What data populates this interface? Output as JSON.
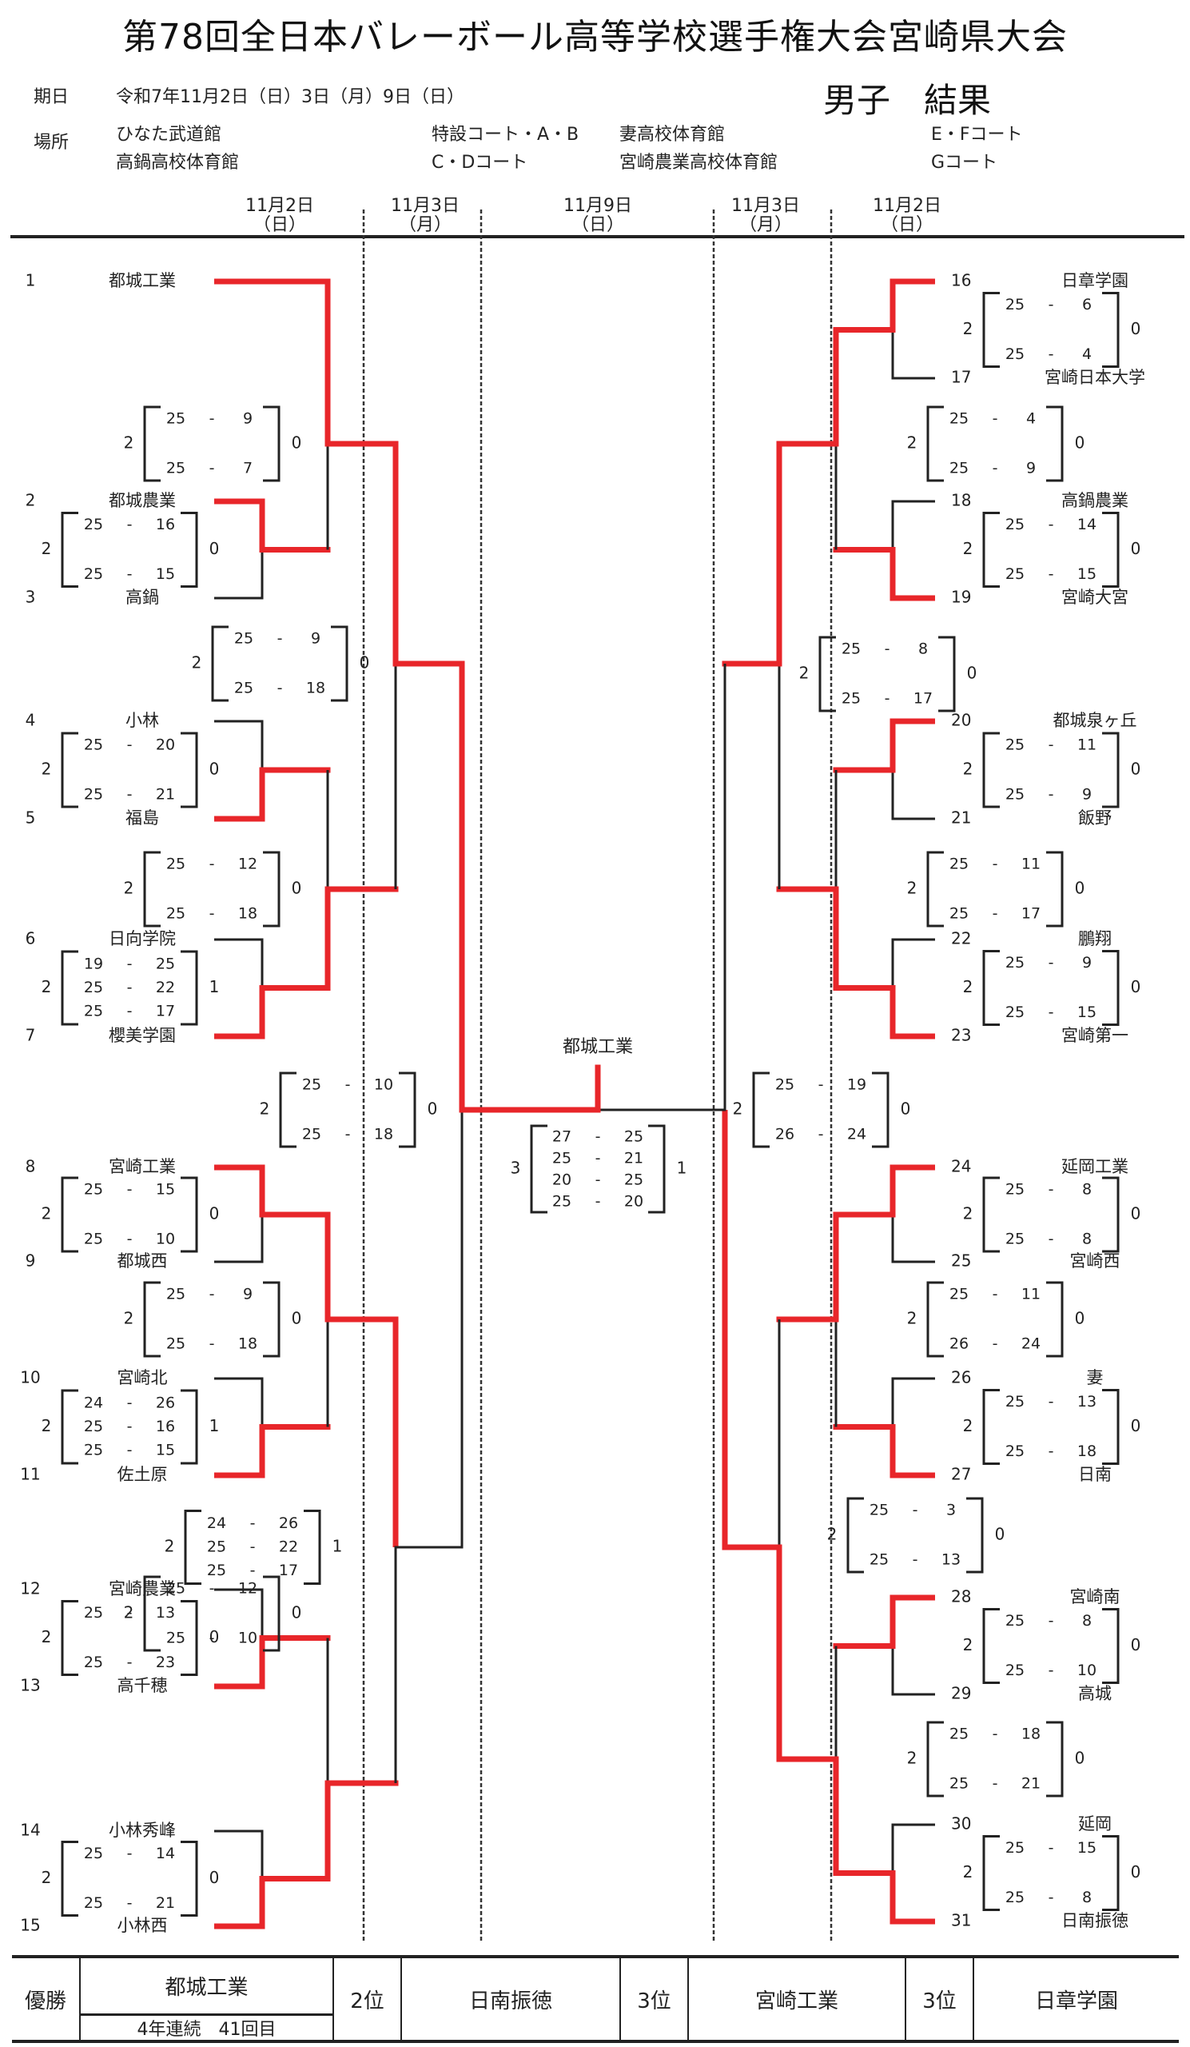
{
  "title": "第78回全日本バレーボール高等学校選手権大会宮崎県大会",
  "header": {
    "dates_label": "期日",
    "dates_value": "令和7年11月2日（日）3日（月）9日（日）",
    "result_label": "男子　結果",
    "venue_label": "場所",
    "venues": [
      {
        "name": "ひなた武道館",
        "court": "特設コート・A・B"
      },
      {
        "name": "高鍋高校体育館",
        "court": "C・Dコート"
      },
      {
        "name": "妻高校体育館",
        "court": "E・Fコート"
      },
      {
        "name": "宮崎農業高校体育館",
        "court": "Gコート"
      }
    ]
  },
  "columns": [
    {
      "date": "11月2日",
      "dow": "（日）"
    },
    {
      "date": "11月3日",
      "dow": "（月）"
    },
    {
      "date": "11月9日",
      "dow": "（日）"
    },
    {
      "date": "11月3日",
      "dow": "（月）"
    },
    {
      "date": "11月2日",
      "dow": "（日）"
    }
  ],
  "teams_left": [
    {
      "seed": "1",
      "name": "都城工業"
    },
    {
      "seed": "2",
      "name": "都城農業"
    },
    {
      "seed": "3",
      "name": "高鍋"
    },
    {
      "seed": "4",
      "name": "小林"
    },
    {
      "seed": "5",
      "name": "福島"
    },
    {
      "seed": "6",
      "name": "日向学院"
    },
    {
      "seed": "7",
      "name": "櫻美学園"
    },
    {
      "seed": "8",
      "name": "宮崎工業"
    },
    {
      "seed": "9",
      "name": "都城西"
    },
    {
      "seed": "10",
      "name": "宮崎北"
    },
    {
      "seed": "11",
      "name": "佐土原"
    },
    {
      "seed": "12",
      "name": "宮崎農業"
    },
    {
      "seed": "13",
      "name": "高千穂"
    },
    {
      "seed": "14",
      "name": "小林秀峰"
    },
    {
      "seed": "15",
      "name": "小林西"
    }
  ],
  "teams_right": [
    {
      "seed": "16",
      "name": "日章学園"
    },
    {
      "seed": "17",
      "name": "宮崎日本大学"
    },
    {
      "seed": "18",
      "name": "高鍋農業"
    },
    {
      "seed": "19",
      "name": "宮崎大宮"
    },
    {
      "seed": "20",
      "name": "都城泉ヶ丘"
    },
    {
      "seed": "21",
      "name": "飯野"
    },
    {
      "seed": "22",
      "name": "鵬翔"
    },
    {
      "seed": "23",
      "name": "宮崎第一"
    },
    {
      "seed": "24",
      "name": "延岡工業"
    },
    {
      "seed": "25",
      "name": "宮崎西"
    },
    {
      "seed": "26",
      "name": "妻"
    },
    {
      "seed": "27",
      "name": "日南"
    },
    {
      "seed": "28",
      "name": "宮崎南"
    },
    {
      "seed": "29",
      "name": "高城"
    },
    {
      "seed": "30",
      "name": "延岡"
    },
    {
      "seed": "31",
      "name": "日南振徳"
    }
  ],
  "matches_left": [
    {
      "id": "L-2v3",
      "sets_won": "2",
      "sets_lost": "0",
      "sets": [
        [
          "25",
          "16"
        ],
        [
          "25",
          "15"
        ]
      ]
    },
    {
      "id": "L-4v5",
      "sets_won": "2",
      "sets_lost": "0",
      "sets": [
        [
          "25",
          "20"
        ],
        [
          "25",
          "21"
        ]
      ]
    },
    {
      "id": "L-6v7",
      "sets_won": "2",
      "sets_lost": "1",
      "sets": [
        [
          "19",
          "25"
        ],
        [
          "25",
          "22"
        ],
        [
          "25",
          "17"
        ]
      ]
    },
    {
      "id": "L-8v9",
      "sets_won": "2",
      "sets_lost": "0",
      "sets": [
        [
          "25",
          "15"
        ],
        [
          "25",
          "10"
        ]
      ]
    },
    {
      "id": "L-10v11",
      "sets_won": "2",
      "sets_lost": "1",
      "sets": [
        [
          "24",
          "26"
        ],
        [
          "25",
          "16"
        ],
        [
          "25",
          "15"
        ]
      ]
    },
    {
      "id": "L-12v13",
      "sets_won": "2",
      "sets_lost": "0",
      "sets": [
        [
          "25",
          "13"
        ],
        [
          "25",
          "23"
        ]
      ]
    },
    {
      "id": "L-14v15",
      "sets_won": "2",
      "sets_lost": "0",
      "sets": [
        [
          "25",
          "14"
        ],
        [
          "25",
          "21"
        ]
      ]
    },
    {
      "id": "L-1vW23",
      "sets_won": "2",
      "sets_lost": "0",
      "sets": [
        [
          "25",
          "9"
        ],
        [
          "25",
          "7"
        ]
      ]
    },
    {
      "id": "L-W45vW67",
      "sets_won": "2",
      "sets_lost": "0",
      "sets": [
        [
          "25",
          "12"
        ],
        [
          "25",
          "18"
        ]
      ]
    },
    {
      "id": "L-W89vW1011",
      "sets_won": "2",
      "sets_lost": "0",
      "sets": [
        [
          "25",
          "9"
        ],
        [
          "25",
          "18"
        ]
      ]
    },
    {
      "id": "L-W1213vW1415",
      "sets_won": "2",
      "sets_lost": "0",
      "sets": [
        [
          "25",
          "12"
        ],
        [
          "25",
          "10"
        ]
      ]
    },
    {
      "id": "L-QF1",
      "sets_won": "2",
      "sets_lost": "0",
      "sets": [
        [
          "25",
          "9"
        ],
        [
          "25",
          "18"
        ]
      ]
    },
    {
      "id": "L-QF2",
      "sets_won": "2",
      "sets_lost": "1",
      "sets": [
        [
          "24",
          "26"
        ],
        [
          "25",
          "22"
        ],
        [
          "25",
          "17"
        ]
      ]
    },
    {
      "id": "L-SF",
      "sets_won": "2",
      "sets_lost": "0",
      "sets": [
        [
          "25",
          "10"
        ],
        [
          "25",
          "18"
        ]
      ]
    }
  ],
  "matches_right": [
    {
      "id": "R-16v17",
      "sets_won": "2",
      "sets_lost": "0",
      "sets": [
        [
          "25",
          "6"
        ],
        [
          "25",
          "4"
        ]
      ]
    },
    {
      "id": "R-18v19",
      "sets_won": "2",
      "sets_lost": "0",
      "sets": [
        [
          "25",
          "14"
        ],
        [
          "25",
          "15"
        ]
      ]
    },
    {
      "id": "R-20v21",
      "sets_won": "2",
      "sets_lost": "0",
      "sets": [
        [
          "25",
          "11"
        ],
        [
          "25",
          "9"
        ]
      ]
    },
    {
      "id": "R-22v23",
      "sets_won": "2",
      "sets_lost": "0",
      "sets": [
        [
          "25",
          "9"
        ],
        [
          "25",
          "15"
        ]
      ]
    },
    {
      "id": "R-24v25",
      "sets_won": "2",
      "sets_lost": "0",
      "sets": [
        [
          "25",
          "8"
        ],
        [
          "25",
          "8"
        ]
      ]
    },
    {
      "id": "R-26v27",
      "sets_won": "2",
      "sets_lost": "0",
      "sets": [
        [
          "25",
          "13"
        ],
        [
          "25",
          "18"
        ]
      ]
    },
    {
      "id": "R-28v29",
      "sets_won": "2",
      "sets_lost": "0",
      "sets": [
        [
          "25",
          "8"
        ],
        [
          "25",
          "10"
        ]
      ]
    },
    {
      "id": "R-30v31",
      "sets_won": "2",
      "sets_lost": "0",
      "sets": [
        [
          "25",
          "15"
        ],
        [
          "25",
          "8"
        ]
      ]
    },
    {
      "id": "R-R2a",
      "sets_won": "2",
      "sets_lost": "0",
      "sets": [
        [
          "25",
          "4"
        ],
        [
          "25",
          "9"
        ]
      ]
    },
    {
      "id": "R-R2b",
      "sets_won": "2",
      "sets_lost": "0",
      "sets": [
        [
          "25",
          "11"
        ],
        [
          "25",
          "17"
        ]
      ]
    },
    {
      "id": "R-R2c",
      "sets_won": "2",
      "sets_lost": "0",
      "sets": [
        [
          "25",
          "11"
        ],
        [
          "26",
          "24"
        ]
      ]
    },
    {
      "id": "R-R2d",
      "sets_won": "2",
      "sets_lost": "0",
      "sets": [
        [
          "25",
          "18"
        ],
        [
          "25",
          "21"
        ]
      ]
    },
    {
      "id": "R-QF1",
      "sets_won": "2",
      "sets_lost": "0",
      "sets": [
        [
          "25",
          "8"
        ],
        [
          "25",
          "17"
        ]
      ]
    },
    {
      "id": "R-QF2",
      "sets_won": "2",
      "sets_lost": "0",
      "sets": [
        [
          "25",
          "3"
        ],
        [
          "25",
          "13"
        ]
      ]
    },
    {
      "id": "R-SF",
      "sets_won": "2",
      "sets_lost": "0",
      "sets": [
        [
          "25",
          "19"
        ],
        [
          "26",
          "24"
        ]
      ]
    }
  ],
  "final": {
    "champion": "都城工業",
    "sets_won": "3",
    "sets_lost": "1",
    "sets": [
      [
        "27",
        "25"
      ],
      [
        "25",
        "21"
      ],
      [
        "20",
        "25"
      ],
      [
        "25",
        "20"
      ]
    ]
  },
  "colors": {
    "winner_line": "#e8262a",
    "line": "#222222"
  },
  "footer": {
    "first_label": "優勝",
    "first_team": "都城工業",
    "first_note": "4年連続　41回目",
    "second_label": "2位",
    "second_team": "日南振徳",
    "third_label_1": "3位",
    "third_team_1": "宮崎工業",
    "third_label_2": "3位",
    "third_team_2": "日章学園"
  }
}
